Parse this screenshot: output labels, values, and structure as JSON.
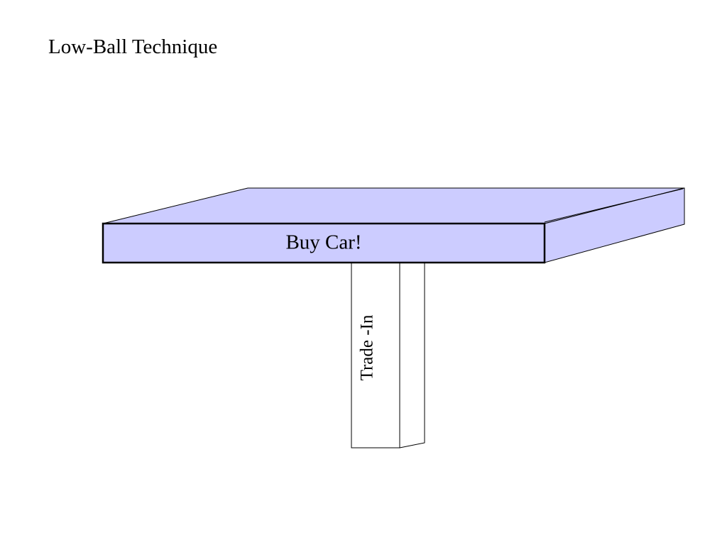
{
  "slide": {
    "title": "Low-Ball Technique"
  },
  "diagram": {
    "platform_label": "Buy Car!",
    "support_label": "Trade -In",
    "colors": {
      "platform_fill": "#ccccff",
      "support_fill": "#ffffff",
      "stroke": "#000000"
    }
  }
}
